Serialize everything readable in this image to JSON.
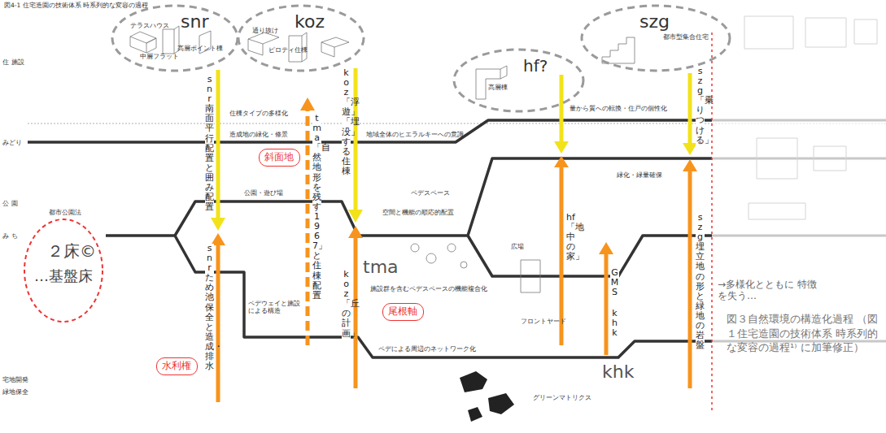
{
  "diagram": {
    "title": "図4-1 住宅造園の技術体系 時系列的な変容の過程",
    "caption": "図３自然環境の構造化過程 （図１住宅造園の技術体系 時系列的な変容の過程¹⁾ に加筆修正）",
    "nodes": [
      {
        "text": [
          "snr"
        ]
      },
      {
        "text": [
          "koz"
        ]
      },
      {
        "text": [
          "hf?"
        ]
      },
      {
        "text": [
          "szg"
        ]
      },
      {
        "text": [
          "斜面地"
        ]
      },
      {
        "text": [
          "尾根軸"
        ]
      },
      {
        "text": [
          "水利権"
        ]
      },
      {
        "text": [
          "２床©",
          "…基盤床"
        ]
      }
    ],
    "labels": [
      "住 施設",
      "みどり",
      "公 園",
      "み ち",
      "宅地開発",
      "緑地保全",
      "テラスハウス",
      "中層フラット",
      "高層ポイント棟",
      "通り抜け",
      "ピロティ住棟",
      "都市型集合住宅",
      "高層棟",
      "住棟タイプの多様化",
      "量から質への転換・住戸の個性化",
      "造成地の緑化・修景",
      "地域全体のヒエラルキーへの意識",
      "都市公園法",
      "公園・遊び場",
      "ペデスペース",
      "空間と機能の順応的配置",
      "ペデウェイと施設による構造",
      "施設群を含むペデスペースの機能複合化",
      "広場",
      "フロントヤード",
      "ペデによる周辺のネットワーク化",
      "緑化・緑量確保",
      "グリーンマトリクス",
      "tma",
      "khk",
      "GMS",
      "khk",
      "snr 南面平行配置と囲み配置",
      "snr ため池保全と造成・排水",
      "tma「自然地形を残す1967」と住棟配置",
      "koz「浮遊」「埋没」する住棟",
      "koz「丘の計画」",
      "hf「地中の家」",
      "szg「乗りつける」",
      "szg 埋立地の形と緑地の岩盤",
      "→多様化とともに 特徴を失う…"
    ]
  }
}
